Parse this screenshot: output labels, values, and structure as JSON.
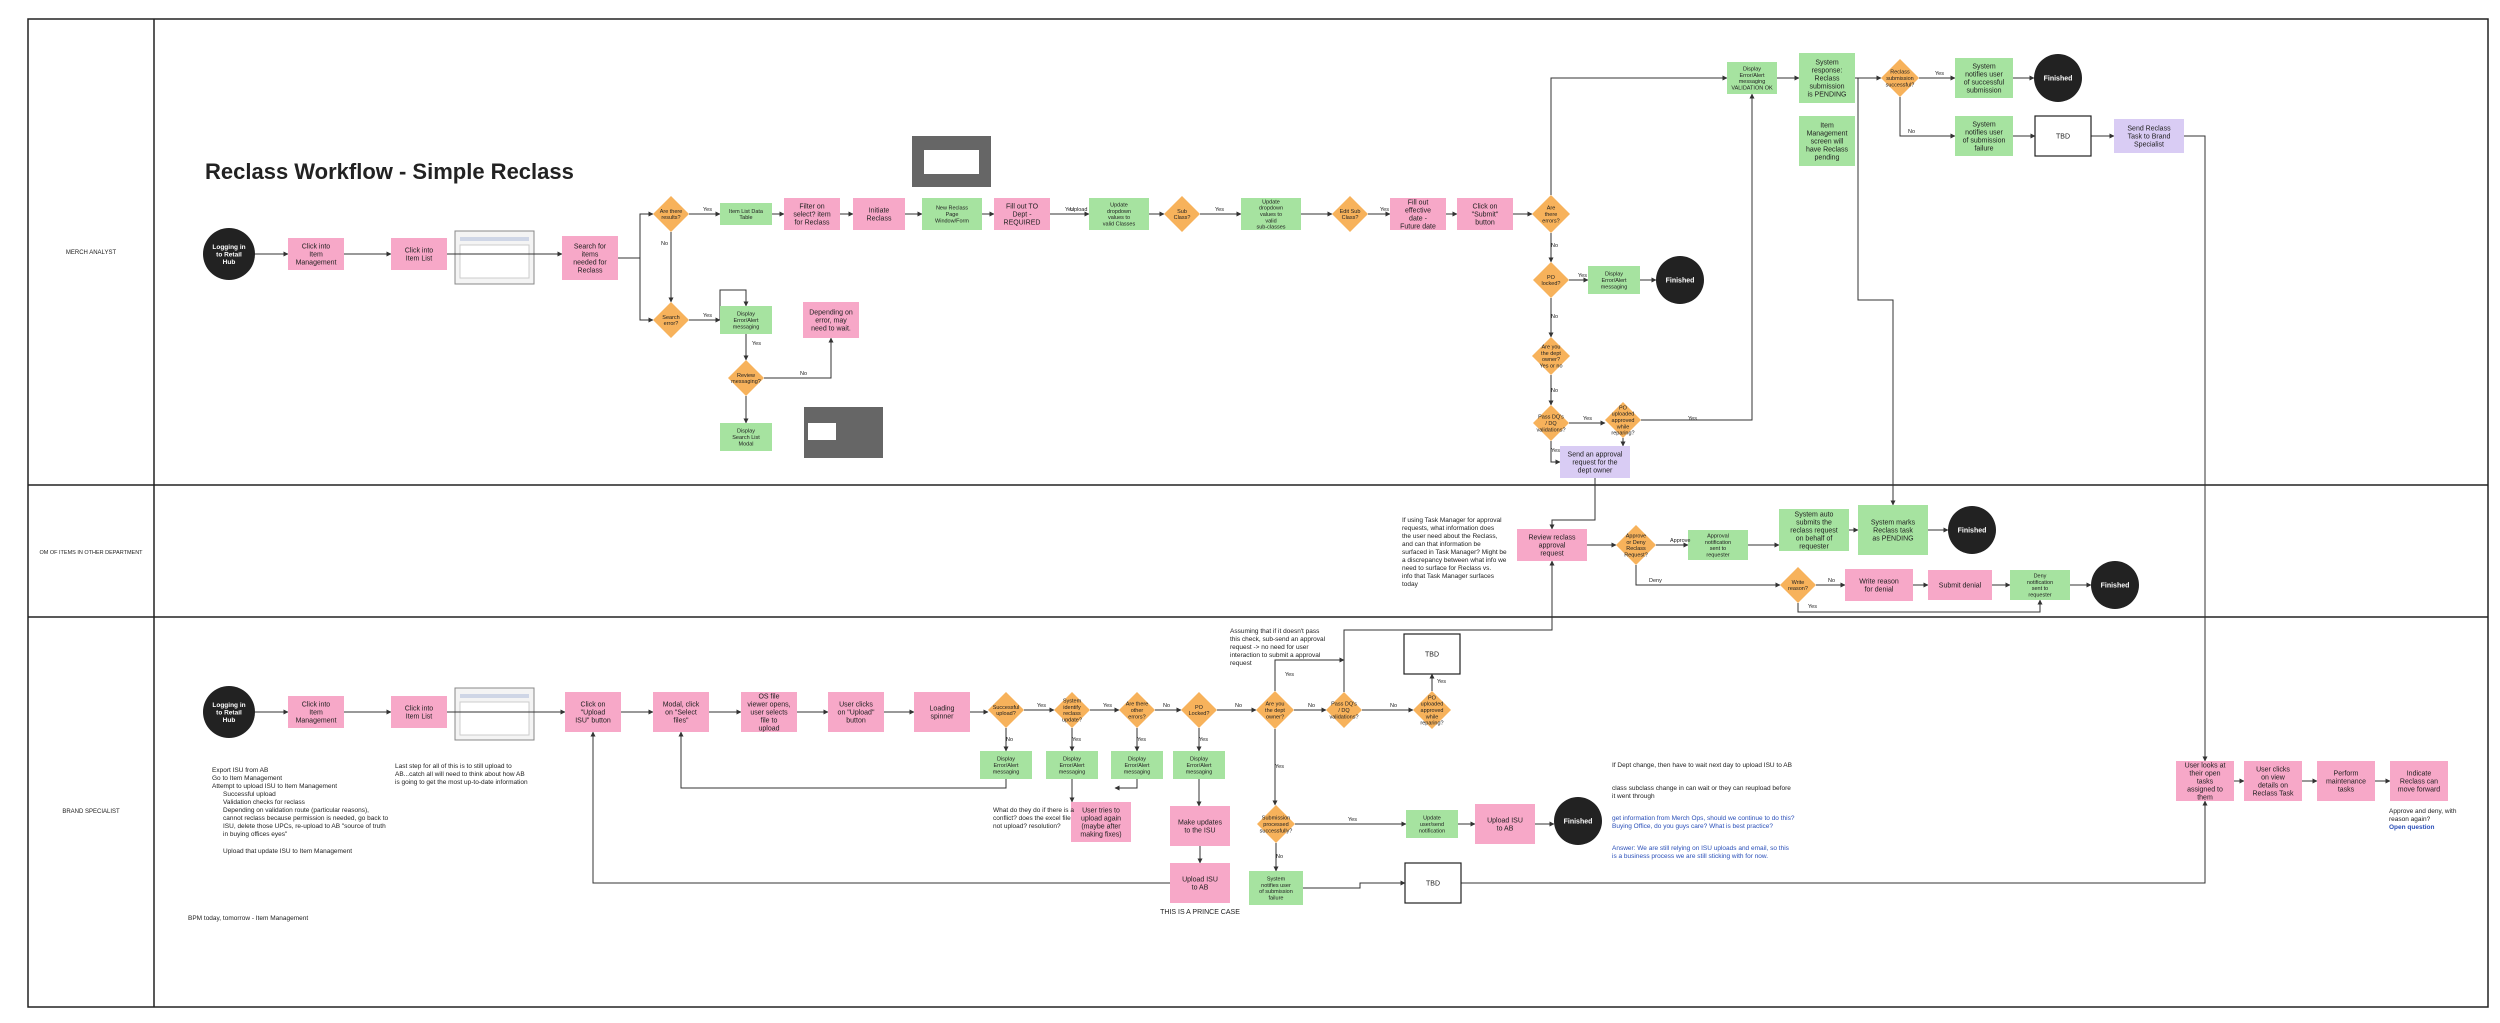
{
  "title": "Reclass Workflow - Simple Reclass",
  "lanes": {
    "merch": "MERCH ANALYST",
    "om": "OM OF ITEMS IN OTHER DEPARTMENT",
    "brand": "BRAND SPECIALIST"
  },
  "colors": {
    "pink": "#f7a8c8",
    "green": "#a6e3a0",
    "orange": "#f7b25b",
    "purple": "#d9ccf4",
    "black": "#222222",
    "blue_text": "#2a4fb8"
  },
  "nodes": {
    "m_login": "Logging in to Retail Hub",
    "m_click_im": "Click into Item Management",
    "m_click_list": "Click into Item List",
    "m_search": "Search for items needed for Reclass",
    "m_d_results": "Are there results?",
    "m_item_list_table": "Item List Data Table",
    "m_filter": "Filter on select? item for Reclass",
    "m_initiate": "Initiate Reclass",
    "m_new_page": "New Reclass Page Window/Form",
    "m_fill_dept": "Fill out TO Dept - REQUIRED",
    "m_update_class": "Update dropdown values to valid Classes",
    "m_d_sub_class": "Sub Class?",
    "m_update_sub": "Update dropdown values to valid sub-classes",
    "m_d_edit_sub": "Edit Sub Class?",
    "m_fill_eff": "Fill out effective date - Future date",
    "m_submit": "Click on \"Submit\" button",
    "m_d_errors": "Are there errors?",
    "m_d_search_error": "Search error?",
    "m_err_msg1": "Display Error/Alert messaging",
    "m_depending": "Depending on error, may need to wait.",
    "m_d_review": "Review messaging?",
    "m_search_modal": "Display Search List Modal",
    "m_d_po": "PO locked?",
    "m_err_msg2": "Display Error/Alert messaging",
    "m_finished1": "Finished",
    "m_d_dept_owner": "Are you the dept owner? Yes or no",
    "m_d_pass_dq": "Pass DQ's / DQ validations?",
    "m_d_po_upload": "PO uploaded approved while reparing?",
    "m_send_approval": "Send an approval request for the dept owner",
    "m_disp_validation": "Display Error/Alert messaging VALIDATION OK",
    "m_sys_response": "System response: Reclass submission is PENDING",
    "m_item_mgmt_pending": "Item Management screen will have Reclass pending",
    "m_d_submission": "Reclass submission successful?",
    "m_notify_success": "System notifies user of successful submission",
    "m_finished2": "Finished",
    "m_notify_fail": "System notifies user of submission failure",
    "m_tbd1": "TBD",
    "m_send_task": "Send Reclass Task to Brand Specialist",
    "o_review": "Review reclass approval request",
    "o_d_approve": "Approve or Deny Reclass Request?",
    "o_approval_notif": "Approval notification sent to requester",
    "o_auto_submit": "System auto submits the reclass request on behalf of requester",
    "o_sys_marks": "System marks Reclass task as PENDING",
    "o_finished3": "Finished",
    "o_d_write_reason": "Write reason?",
    "o_write_reason": "Write reason for denial",
    "o_submit_denial": "Submit denial",
    "o_deny_notif": "Deny notification sent to requester",
    "o_finished4": "Finished",
    "b_login": "Logging in to Retail Hub",
    "b_click_im": "Click into Item Management",
    "b_click_list": "Click into Item List",
    "b_upload_isu": "Click on \"Upload ISU\" button",
    "b_modal": "Modal, click on \"Select files\"",
    "b_os_viewer": "OS file viewer opens, user selects file to upload",
    "b_user_clicks": "User clicks on \"Upload\" button",
    "b_loading": "Loading spinner",
    "b_d_success": "Successful upload?",
    "b_d_identify": "System identify reclass update?",
    "b_d_other_errors": "Are there other errors?",
    "b_d_po": "PO Locked?",
    "b_d_dept_owner": "Are you the dept owner?",
    "b_d_pass_dq": "Pass DQ's / DQ validations?",
    "b_d_po_upload": "PO uploaded approved while reparing?",
    "b_err1": "Display Error/Alert messaging",
    "b_err2": "Display Error/Alert messaging",
    "b_err3": "Display Error/Alert messaging",
    "b_err4": "Display Error/Alert messaging",
    "b_user_tries": "User tries to upload again (maybe after making fixes)",
    "b_make_updates": "Make updates to the ISU",
    "b_upload_ab": "Upload ISU to AB",
    "b_tbd2": "TBD",
    "b_tbd3": "TBD",
    "b_d_submission": "Submission processed successfully?",
    "b_update_user": "Update user/send notification",
    "b_upload_isu_ab": "Upload ISU to AB",
    "b_finished5": "Finished",
    "b_sys_notifies": "System notifies user of submission failure",
    "b_user_looks": "User looks at their open tasks assigned to them",
    "b_view_details": "User clicks on view details on Reclass Task",
    "b_perform": "Perform maintenance tasks",
    "b_indicate": "Indicate Reclass can move forward"
  },
  "edge_labels": {
    "yes": "Yes",
    "no": "No",
    "upload": "Upload",
    "approve": "Approve",
    "deny": "Deny"
  },
  "notes": {
    "export_list": [
      "Export ISU from AB",
      "Go to Item Management",
      "Attempt to upload ISU to Item Management",
      "Successful upload",
      "Validation checks for reclass",
      "Depending on validation route (particular reasons), cannot reclass because permission is needed, go back to ISU, delete those UPCs, re-upload to AB \"source of truth in buying offices eyes\"",
      "Upload that update ISU to Item Management"
    ],
    "last_step": "Last step for all of this is to still upload to AB...catch all will need to think about how AB is going to get the most up-to-date information",
    "bpm": "BPM today, tomorrow - Item Management",
    "task_manager": "If using Task Manager for approval requests, what information does the user need about the Reclass, and can that information be surfaced in Task Manager? Might be a discrepancy between what info we need to surface for Reclass vs. info that Task Manager surfaces today",
    "assuming": "Assuming that if it doesn't pass this check, sub-send an approval request -> no need for user interaction to submit a approval request",
    "what_do_they_do": "What do they do if there is a conflict? does the excel file not upload? resolution?",
    "prince_case": "THIS IS A PRINCE CASE",
    "if_dept_change": "If Dept change, then have to wait next day to upload ISU to AB",
    "class_subclass": "class subclass change in can wait or they can reupload before it went through",
    "get_info": "get information from Merch Ops, should we continue to do this? Buying Office, do you guys care? What is best practice?",
    "answer": "Answer: We are still relying on ISU uploads and email, so this is a business process we are still sticking with for now.",
    "approve_deny": "Approve and deny, with reason again?",
    "open_question": "Open question"
  }
}
